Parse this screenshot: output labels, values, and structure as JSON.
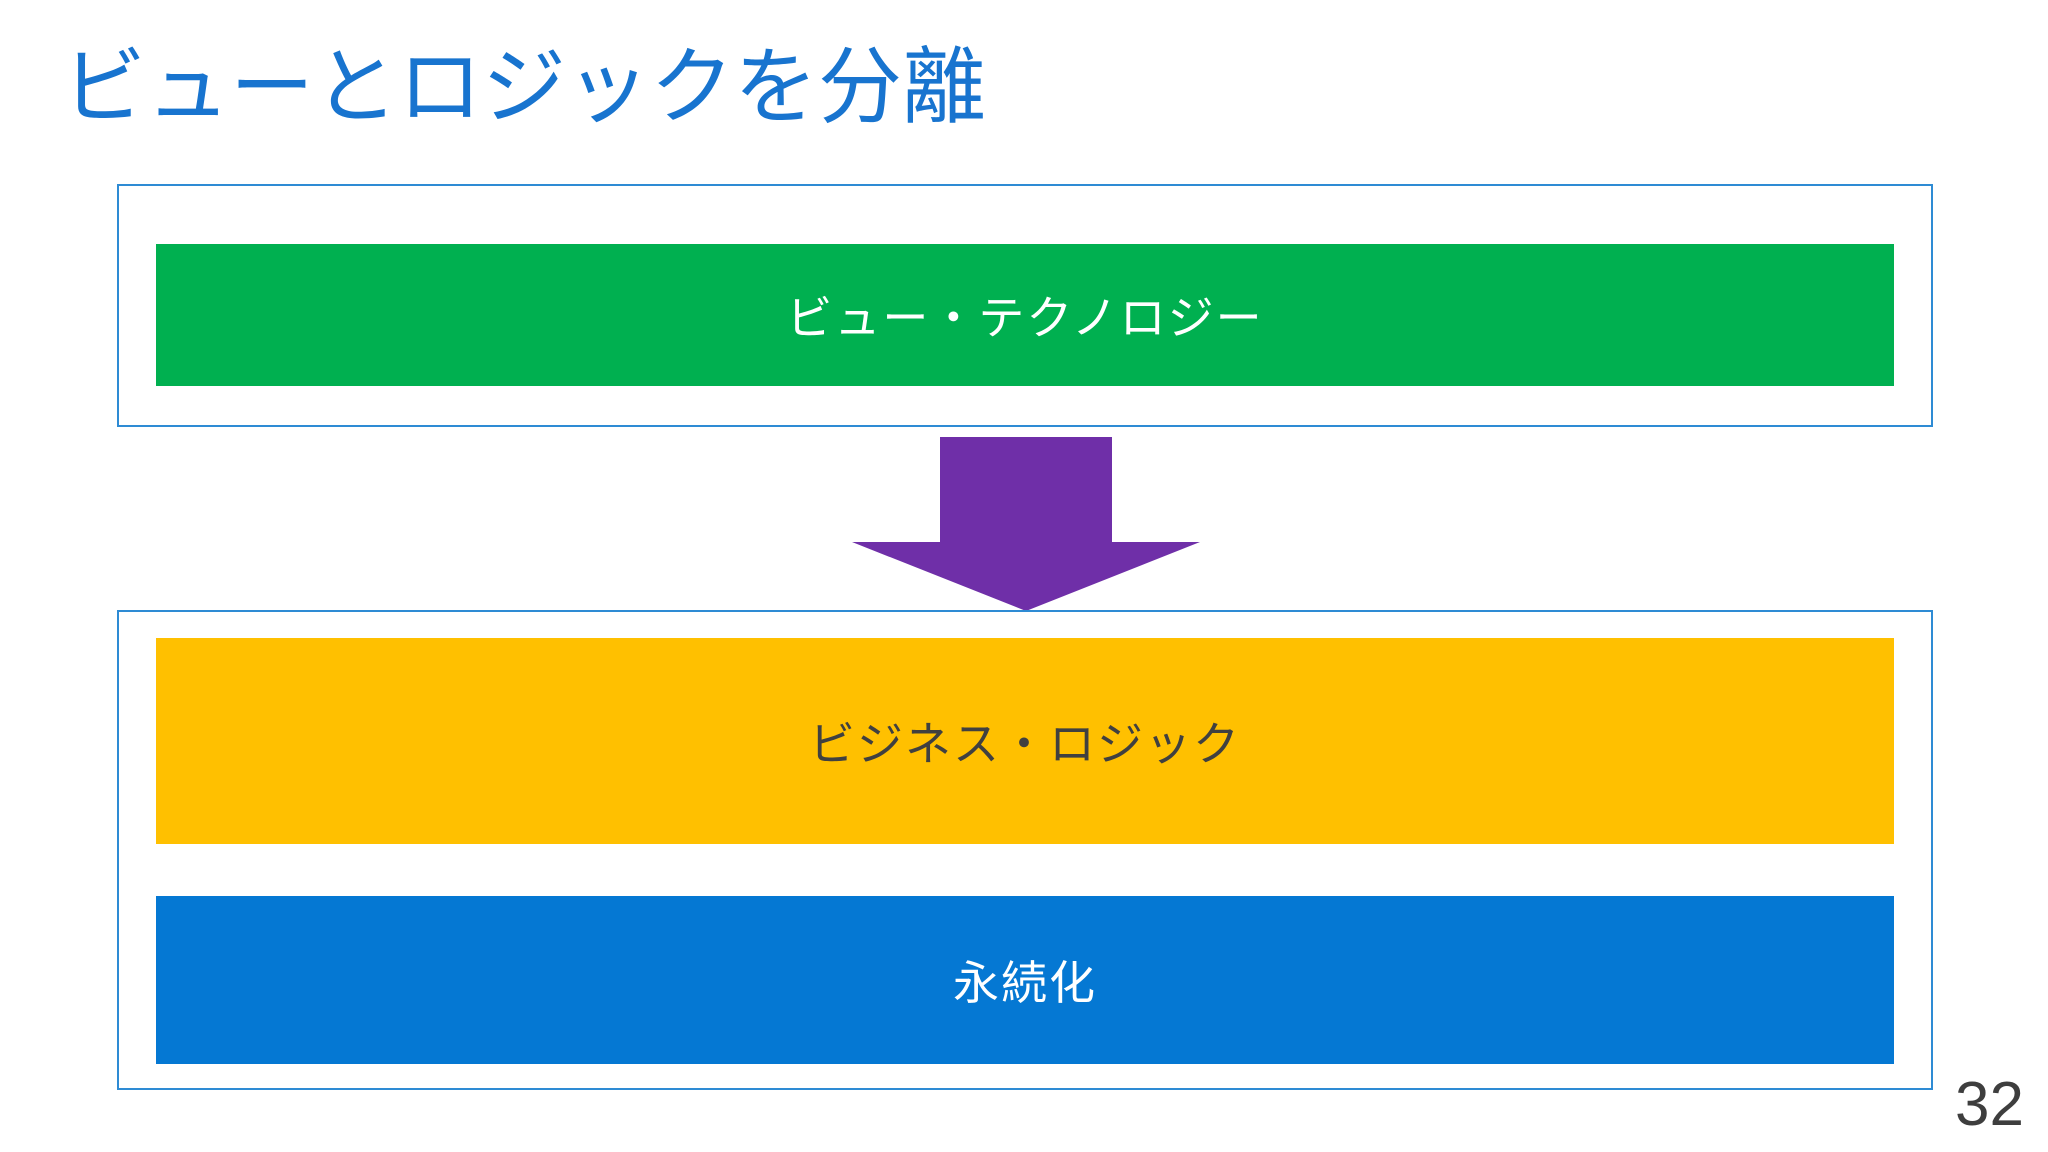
{
  "slide": {
    "title": "ビューとロジックを分離",
    "title_color": "#1874CF",
    "background": "#ffffff",
    "page_number": "32"
  },
  "frames": {
    "view_frame": {
      "name": "view-layer-frame",
      "border_color": "#2E8BD4"
    },
    "logic_frame": {
      "name": "logic-layer-frame",
      "border_color": "#2E8BD4"
    }
  },
  "layers": [
    {
      "id": "view-technology",
      "label": "ビュー・テクノロジー",
      "fill": "#00B050",
      "text_color": "#ffffff"
    },
    {
      "id": "business-logic",
      "label": "ビジネス・ロジック",
      "fill": "#FFC000",
      "text_color": "#404040"
    },
    {
      "id": "persistence",
      "label": "永続化",
      "fill": "#0578D3",
      "text_color": "#ffffff"
    }
  ],
  "arrow": {
    "name": "down-arrow",
    "direction": "down",
    "fill": "#6F2FA8"
  }
}
